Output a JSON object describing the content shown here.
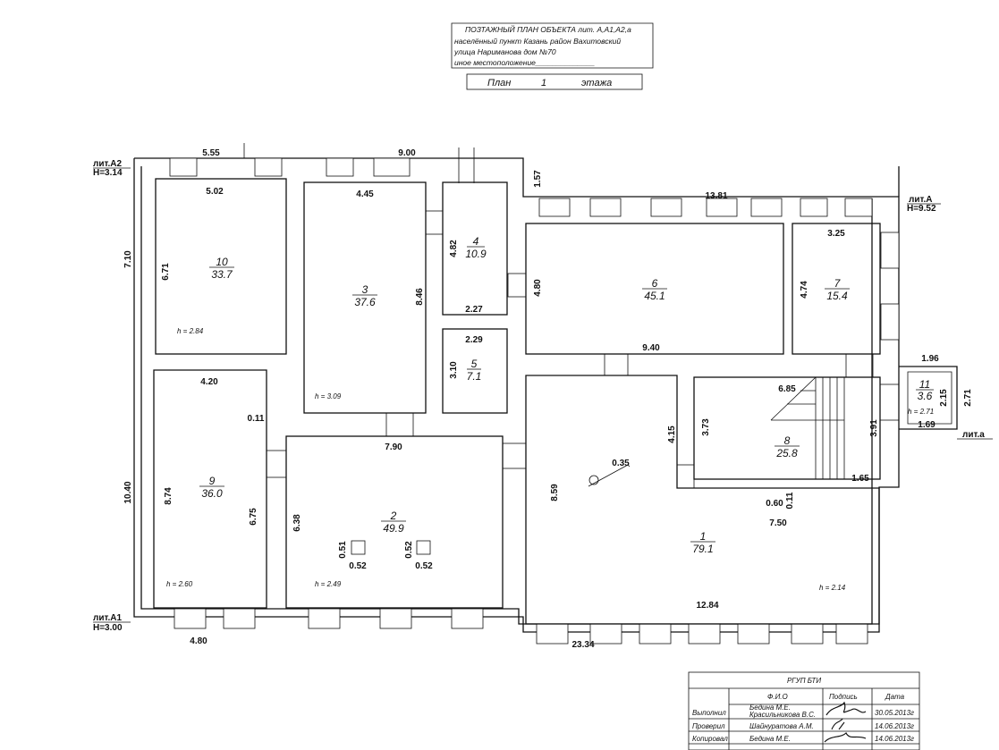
{
  "header": {
    "line1": "ПОЗТАЖНЫЙ ПЛАН ОБЪЕКТА     лит. А,А1,А2,а",
    "line2": "населённый пункт  Казань  район  Вахитовский",
    "line3": "улица        Нариманова     дом №70",
    "line4": "иное местоположение______________",
    "plan_word": "План",
    "floor_number": "1",
    "floor_word": "этажа"
  },
  "lit_labels": {
    "a2": "лит.А2",
    "a2_h": "H=3.14",
    "a": "лит.А",
    "a_h": "H=9.52",
    "a1": "лит.А1",
    "a1_h": "H=3.00",
    "a_small": "лит.а"
  },
  "rooms": [
    {
      "num": "10",
      "area": "33.7",
      "height": "h = 2.84"
    },
    {
      "num": "3",
      "area": "37.6",
      "height": "h = 3.09"
    },
    {
      "num": "4",
      "area": "10.9"
    },
    {
      "num": "5",
      "area": "7.1"
    },
    {
      "num": "6",
      "area": "45.1"
    },
    {
      "num": "7",
      "area": "15.4"
    },
    {
      "num": "11",
      "area": "3.6",
      "height": "h = 2.71"
    },
    {
      "num": "9",
      "area": "36.0",
      "height": "h = 2.60"
    },
    {
      "num": "2",
      "area": "49.9",
      "height": "h = 2.49"
    },
    {
      "num": "8",
      "area": "25.8"
    },
    {
      "num": "1",
      "area": "79.1",
      "height": "h = 2.14"
    }
  ],
  "dims": [
    "5.55",
    "9.00",
    "1.57",
    "13.81",
    "5.02",
    "4.45",
    "4.82",
    "7.10",
    "6.71",
    "8.46",
    "2.27",
    "4.80",
    "3.25",
    "4.74",
    "2.29",
    "3.10",
    "9.40",
    "1.96",
    "4.20",
    "0.11",
    "6.85",
    "2.15",
    "2.71",
    "4.15",
    "3.73",
    "3.91",
    "1.69",
    "7.90",
    "0.35",
    "10.40",
    "8.74",
    "6.75",
    "8.59",
    "1.65",
    "0.60",
    "0.11",
    "7.50",
    "6.38",
    "0.51",
    "0.52",
    "0.52",
    "0.52",
    "12.84",
    "4.80",
    "23.34"
  ],
  "title_block": {
    "org": "РГУП БТИ",
    "col_fio": "Ф.И.О",
    "col_sign": "Подпись",
    "col_date": "Дата",
    "rows": [
      {
        "role": "Выполнил",
        "names": [
          "Бедина М.Е.",
          "Красильникова В.С."
        ],
        "date": "30.05.2013г"
      },
      {
        "role": "Проверил",
        "names": [
          "Шайнуратова А.М."
        ],
        "date": "14.06.2013г"
      },
      {
        "role": "Копировал",
        "names": [
          "Бедина М.Е."
        ],
        "date": "14.06.2013г"
      }
    ]
  }
}
